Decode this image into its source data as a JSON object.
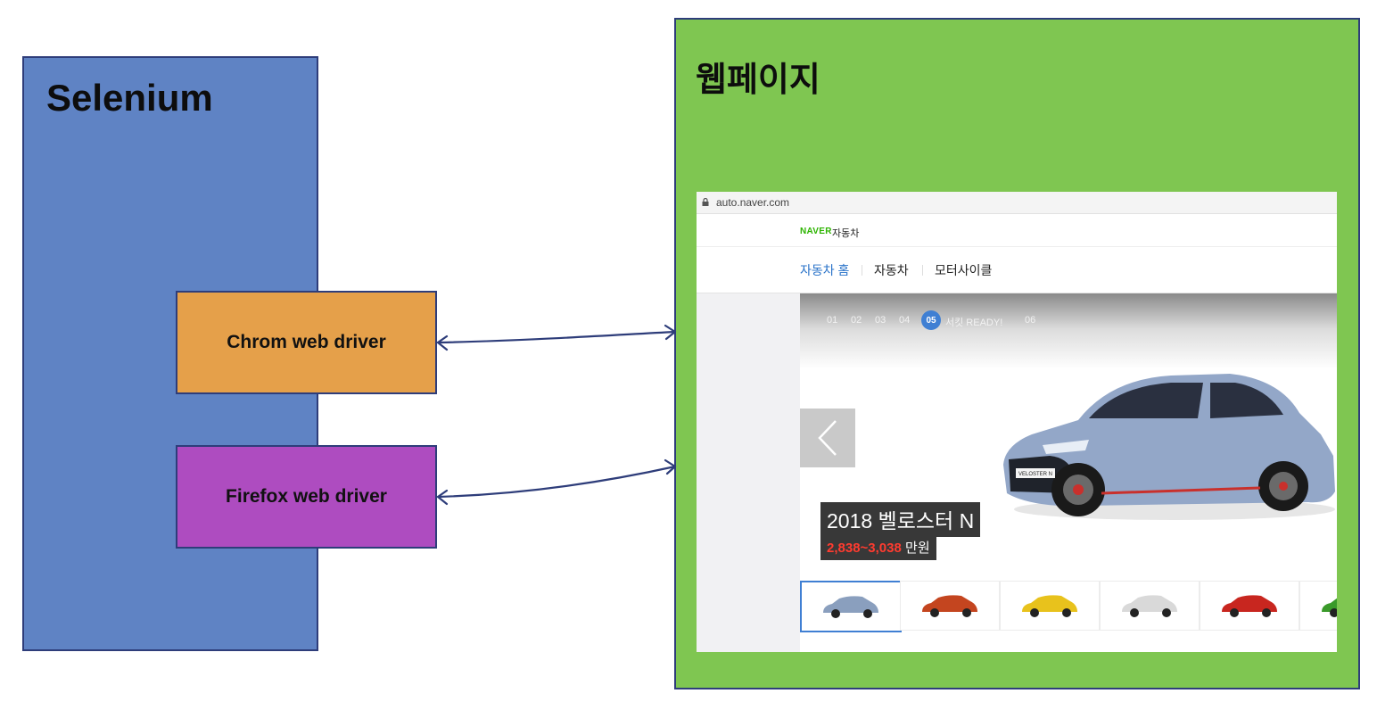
{
  "selenium": {
    "title": "Selenium",
    "color": "#5f83c4"
  },
  "drivers": {
    "chrome": {
      "label": "Chrom web driver",
      "color": "#e5a04a"
    },
    "firefox": {
      "label": "Firefox web driver",
      "color": "#ae4cc0"
    }
  },
  "webpage": {
    "title": "웹페이지",
    "color": "#7fc651",
    "browser": {
      "url": "auto.naver.com",
      "logo": "NAVER",
      "category": "자동차",
      "nav": [
        "자동차 홈",
        "자동차",
        "모터사이클"
      ],
      "slides": [
        "01",
        "02",
        "03",
        "04",
        "05",
        "서킷 READY!",
        "06"
      ],
      "active_slide": "05",
      "car_badge": "VELOSTER N",
      "model": "2018 벨로스터 N",
      "price": "2,838~3,038",
      "price_unit": "만원",
      "thumb_colors": [
        "#8a9fbe",
        "#c4451f",
        "#e8c21c",
        "#d9d9d9",
        "#c8261f",
        "#3a9a2a"
      ]
    }
  }
}
